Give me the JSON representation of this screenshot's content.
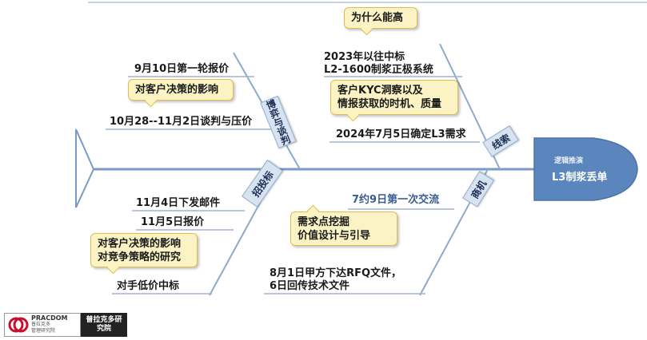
{
  "head": {
    "title": "L3制浆丢单",
    "subtitle": "逻辑推演"
  },
  "categories": {
    "game": "博弈与谈判",
    "clue": "线索",
    "opportunity": "商机",
    "bidding": "招投标"
  },
  "labels": {
    "first_quote": "9月10日第一轮报价",
    "negotiation": "10月28--11月2日谈判与压价",
    "win_2023_l1": "2023年以往中标",
    "win_2023_l2": "L2-1600制浆正极系统",
    "confirm_l3": "2024年7月5日确定L3需求",
    "first_contact": "7约9日第一次交流",
    "rfq_l1": "8月1日甲方下达RFQ文件，",
    "rfq_l2": "6日回传技术文件",
    "send_mail": "11月4日下发邮件",
    "quote_nov5": "11月5日报价",
    "low_price": "对手低价中标"
  },
  "notes": {
    "decision_impact": "对客户决策的影响",
    "why_high": "为什么能高",
    "kyc_l1": "客户KYC洞察以及",
    "kyc_l2": "情报获取的时机、质量",
    "needs_l1": "需求点挖掘",
    "needs_l2": "价值设计与引导",
    "strategy_l1": "对客户决策的影响",
    "strategy_l2": "对竞争策略的研究"
  },
  "logos": {
    "left_name": "PRACDOM",
    "left_sub1": "普拉克多",
    "left_sub2": "管理研究院",
    "right_name": "普拉克多研究院"
  },
  "colors": {
    "spine": "#7a9bc7",
    "bone": "#8ea9cd",
    "head_fill": "#5b86bd",
    "tag_fill": "#d7e3f1",
    "note_fill": "#fbf3c4",
    "note_border": "#e0bd4e",
    "label_line": "#9fb3d1",
    "logo_red": "#c8102e"
  }
}
